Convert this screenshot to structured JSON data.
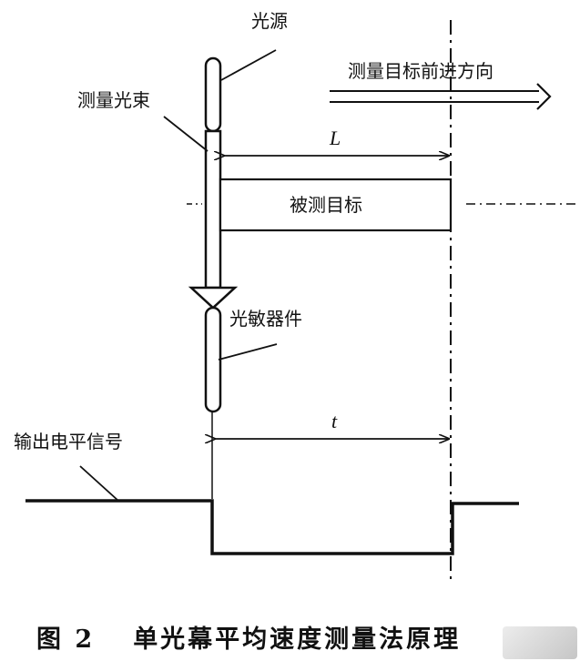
{
  "labels": {
    "light_source": "光源",
    "measure_beam": "测量光束",
    "direction": "测量目标前进方向",
    "length_symbol": "L",
    "target": "被测目标",
    "photodetector": "光敏器件",
    "time_symbol": "t",
    "output_signal": "输出电平信号"
  },
  "caption": {
    "figure_no": "图 2",
    "title": "单光幕平均速度测量法原理"
  },
  "watermark": {
    "name": "watermark-logo"
  },
  "colors": {
    "ink": "#111111",
    "background": "#ffffff"
  }
}
